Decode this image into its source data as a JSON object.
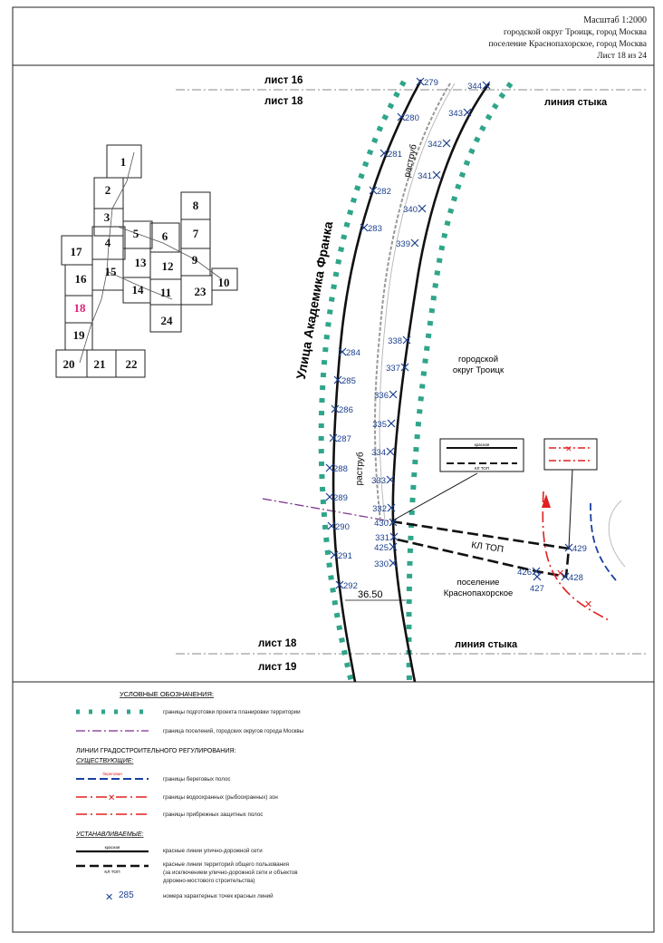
{
  "header": {
    "scale": "Масштаб 1:2000",
    "line1": "городской округ Троицк, город Москва",
    "line2": "поселение Краснопахорское, город Москва",
    "sheet": "Лист 18 из 24"
  },
  "map_labels": {
    "sheet16": "лист 16",
    "sheet18_top": "лист 18",
    "sheet18_bottom": "лист 18",
    "sheet19": "лист 19",
    "joint_top": "линия стыка",
    "joint_bottom": "линия стыка",
    "street": "Улица Академика Франка",
    "raztrub_top": "раструб",
    "raztrub_bottom": "раструб",
    "troitsk_1": "городской",
    "troitsk_2": "округ Троицк",
    "krasno_1": "поселение",
    "krasno_2": "Краснопахорское",
    "kl_top": "КЛ ТОП",
    "distance": "36.50",
    "box_red_label": "красная",
    "box_kl_label": "КЛ ТОП"
  },
  "index_map": {
    "highlighted_sheet": "18",
    "highlight_color": "#e0207a",
    "cells": [
      "1",
      "2",
      "3",
      "4",
      "5",
      "6",
      "7",
      "8",
      "9",
      "10",
      "11",
      "12",
      "13",
      "14",
      "15",
      "16",
      "17",
      "18",
      "19",
      "20",
      "21",
      "22",
      "23",
      "24"
    ]
  },
  "points": [
    "279",
    "280",
    "281",
    "282",
    "283",
    "284",
    "285",
    "286",
    "287",
    "288",
    "289",
    "290",
    "291",
    "292",
    "330",
    "331",
    "332",
    "333",
    "334",
    "335",
    "336",
    "337",
    "338",
    "339",
    "340",
    "341",
    "342",
    "343",
    "344",
    "425",
    "426",
    "427",
    "428",
    "429",
    "430"
  ],
  "legend": {
    "title": "УСЛОВНЫЕ ОБОЗНАЧЕНИЯ:",
    "boundary_project": "границы подготовки проекта планировки территории",
    "boundary_settlements": "граница поселений, городских округов города Москвы",
    "reg_lines_title": "ЛИНИИ ГРАДОСТРОИТЕЛЬНОГО РЕГУЛИРОВАНИЯ:",
    "existing_title": "СУЩЕСТВУЮЩИЕ:",
    "shore_icon_text": "береговая",
    "shore": "границы береговых полос",
    "water": "границы водоохранных (рыбоохранных) зон",
    "coastal": "границы прибрежных защитных полос",
    "established_title": "УСТАНАВЛИВАЕМЫЕ:",
    "red_icon_text": "красная",
    "red_lines": "красные линии улично-дорожной сети",
    "public_line1": "красные линии территорий общего пользования",
    "public_line2": "(за исключением улично-дорожной сети и объектов",
    "public_line3": "дорожно-мостового строительства)",
    "public_icon_text": "КЛ ТОП",
    "point_sample": "285",
    "points_desc": "номера характерных точек красных линий"
  },
  "colors": {
    "accent_blue": "#1b3f8f",
    "project_boundary": "#2fa58a",
    "settlement_boundary": "#7a2f8f",
    "water_red": "#e02020",
    "shore_blue": "#1a3fa0"
  }
}
